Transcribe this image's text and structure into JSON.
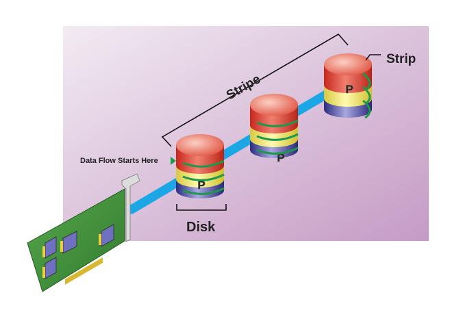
{
  "labels": {
    "stripe": "Stripe",
    "strip": "Strip",
    "disk": "Disk",
    "data_flow": "Data Flow Starts Here",
    "parity": "P"
  },
  "colors": {
    "background_light": "#f0e8f0",
    "background_dark": "#c49ac4",
    "pipe": "#1ba6e6",
    "arrow": "#1a9a4a",
    "disk_red": "#e8463a",
    "disk_yellow": "#f6ee7a",
    "disk_blue": "#5858a8",
    "card_green": "#3f8f3a"
  }
}
